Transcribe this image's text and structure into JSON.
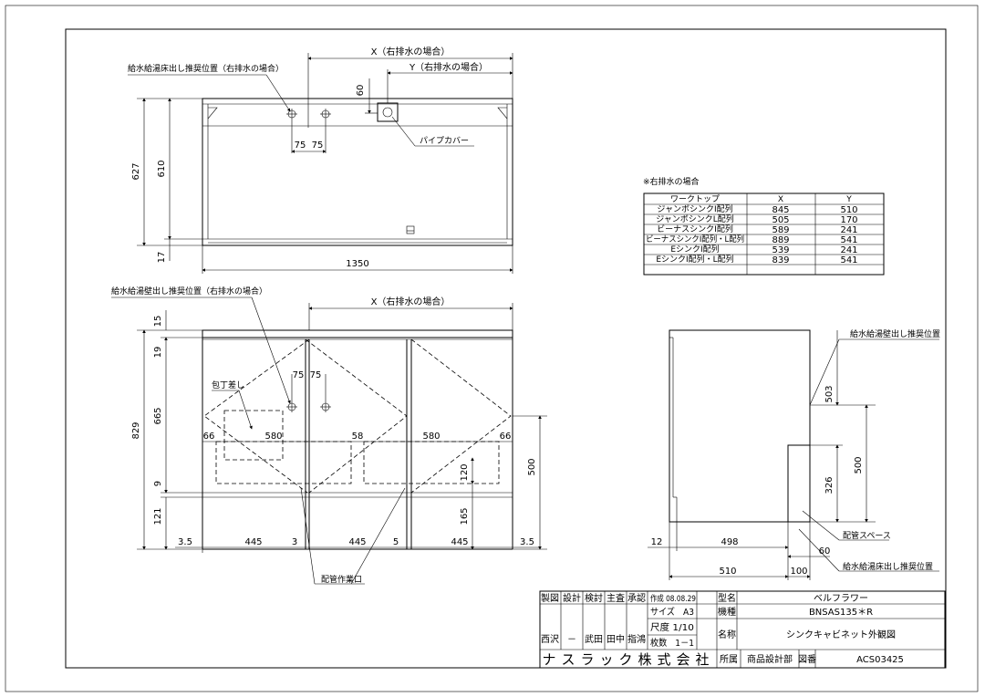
{
  "dims": {
    "x_right": "X（右排水の場合）",
    "y_right": "Y（右排水の場合）",
    "d60": "60",
    "d75a": "75",
    "d75b": "75",
    "d627": "627",
    "d610": "610",
    "d17": "17",
    "d1350": "1350",
    "x_right_front": "X（右排水の場合）",
    "d15": "15",
    "d19": "19",
    "d829": "829",
    "d665": "665",
    "d9": "9",
    "d121": "121",
    "f75a": "75",
    "f75b": "75",
    "f66a": "66",
    "f580a": "580",
    "f58": "58",
    "f580b": "580",
    "f66b": "66",
    "f500": "500",
    "f120": "120",
    "f165": "165",
    "b35a": "3.5",
    "b445a": "445",
    "b3": "3",
    "b445b": "445",
    "b5": "5",
    "b445c": "445",
    "b35b": "3.5",
    "s503": "503",
    "s500": "500",
    "s326": "326",
    "s12": "12",
    "s498": "498",
    "s60": "60",
    "s510": "510",
    "s100": "100"
  },
  "labels": {
    "floor_supply": "給水給湯床出し推奨位置（右排水の場合）",
    "pipe_cover": "パイプカバー",
    "wall_supply": "給水給湯壁出し推奨位置（右排水の場合）",
    "knife": "包丁差し",
    "access": "配管作業口",
    "side_wall": "給水給湯壁出し推奨位置",
    "pipe_space": "配管スペース",
    "side_floor": "給水給湯床出し推奨位置"
  },
  "table": {
    "note": "※右排水の場合",
    "headers": [
      "ワークトップ",
      "X",
      "Y"
    ],
    "rows": [
      [
        "ジャンボシンクⅠ配列",
        "845",
        "510"
      ],
      [
        "ジャンボシンクL配列",
        "505",
        "170"
      ],
      [
        "ビーナスシンクⅠ配列",
        "589",
        "241"
      ],
      [
        "ビーナスシンクⅠ配列・L配列",
        "889",
        "541"
      ],
      [
        "EシンクⅠ配列",
        "539",
        "241"
      ],
      [
        "EシンクⅠ配列・L配列",
        "839",
        "541"
      ]
    ]
  },
  "titleblock": {
    "roles": [
      "製図",
      "設計",
      "検討",
      "主査",
      "承認"
    ],
    "names": [
      "西沢",
      "－",
      "武田",
      "田中",
      "指鴻"
    ],
    "made": "作成 08.08.29",
    "size": "サイズ　A3",
    "scale": "尺度 1/10",
    "sheets": "枚数　1－1",
    "model_label": "型名",
    "model_value": "ベルフラワー",
    "type_label": "機種",
    "type_value": "BNSAS135＊R",
    "name_label": "名称",
    "name_value": "シンクキャビネット外観図",
    "company": "ナスラック株式会社",
    "dept_label": "所属",
    "dept_value": "商品設計部",
    "dwg_label": "図番",
    "dwg_value": "ACS03425"
  }
}
